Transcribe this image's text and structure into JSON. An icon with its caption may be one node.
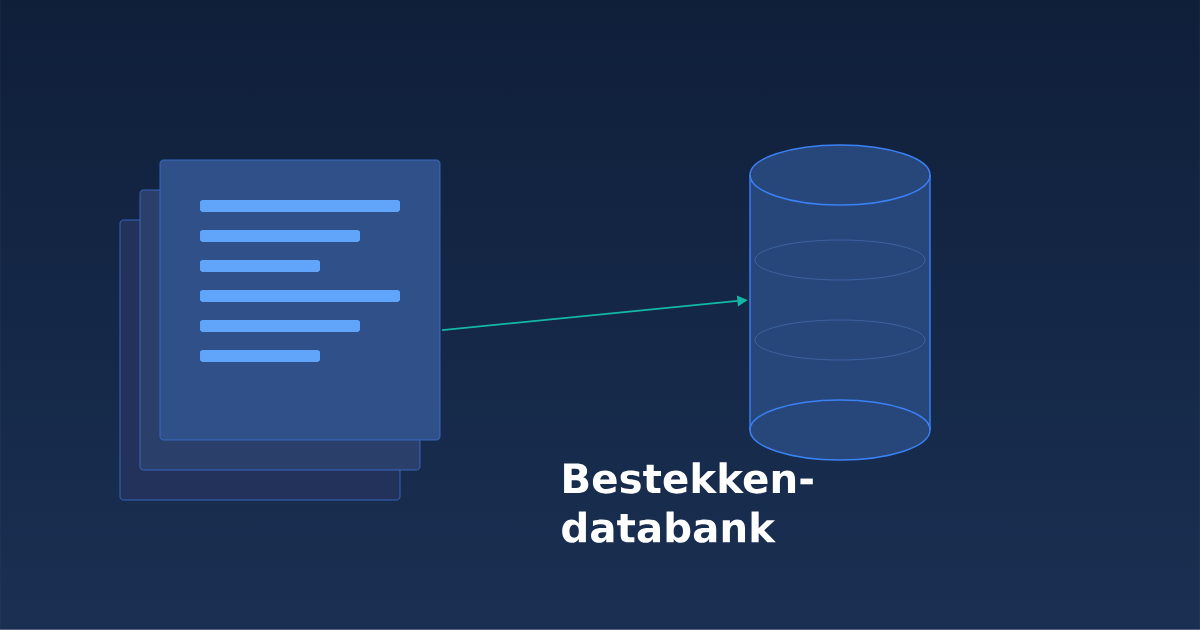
{
  "diagram": {
    "title": "Bestekken-databank",
    "nodes": [
      {
        "text": [],
        "shape": "picture"
      },
      {
        "text": [],
        "shape": "cylinder"
      }
    ],
    "edges": [
      {
        "from": 0,
        "to": 1,
        "arrow": "to",
        "color": "#14b8a6"
      }
    ]
  }
}
